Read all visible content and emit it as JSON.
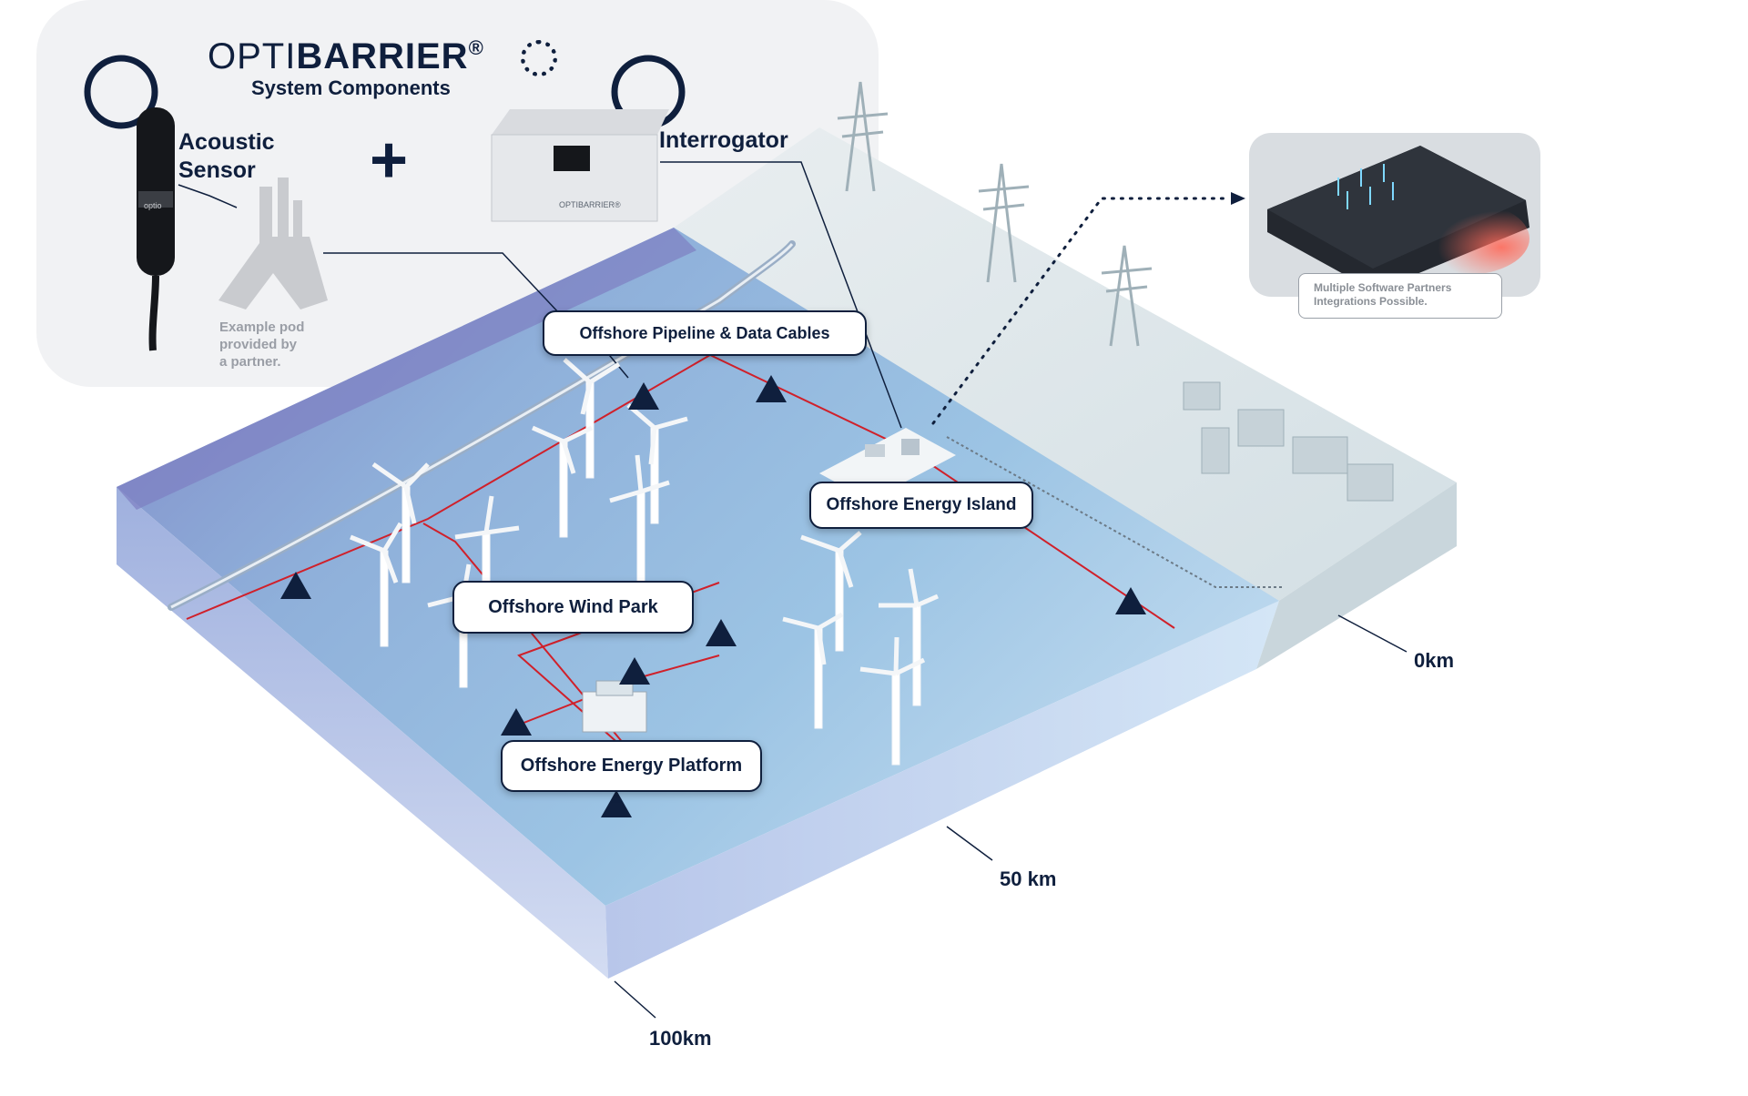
{
  "brand": {
    "logo_prefix": "OPTI",
    "logo_main": "BARRIER",
    "logo_mark": "®",
    "subtitle": "System Components"
  },
  "components": {
    "acoustic_sensor_label_line1": "Acoustic",
    "acoustic_sensor_label_line2": "Sensor",
    "plus_sign": "+",
    "interrogator_label": "Interrogator",
    "pod_note_line1": "Example pod",
    "pod_note_line2": "provided by",
    "pod_note_line3": "a partner.",
    "interrogator_brand": "OPTIBARRIER®",
    "sensor_brand": "optio"
  },
  "labels": {
    "pipeline": "Offshore Pipeline & Data Cables",
    "energy_island": "Offshore Energy Island",
    "wind_park": "Offshore Wind Park",
    "energy_platform": "Offshore Energy Platform"
  },
  "partners": {
    "line1": "Multiple Software Partners",
    "line2": "Integrations Possible."
  },
  "distances": {
    "d0": "0km",
    "d50": "50 km",
    "d100": "100km"
  },
  "colors": {
    "navy": "#0f1f3d",
    "cable_red": "#d0202a",
    "sea_top": "#8fb3dc",
    "sea_deep": "#6d74b8",
    "land": "#dde6ea",
    "panel_bg": "#f1f2f4"
  }
}
